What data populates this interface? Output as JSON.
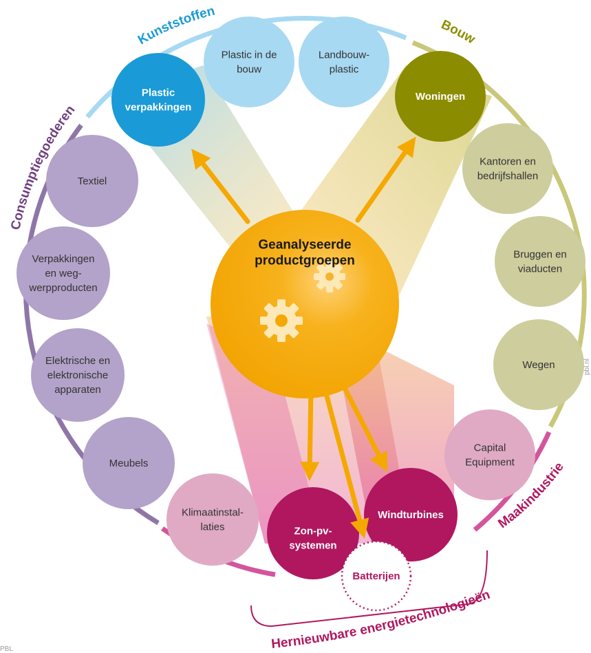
{
  "categories": {
    "kunststoffen": "Kunststoffen",
    "bouw": "Bouw",
    "consumptiegoederen": "Consumptiegoederen",
    "maakindustrie": "Maakindustrie",
    "hernieuwbare": "Hernieuwbare energietechnologieën"
  },
  "center": [
    "Geanalyseerde",
    "productgroepen"
  ],
  "nodes": {
    "plastic_bouw": [
      "Plastic in de",
      "bouw"
    ],
    "landbouwplastic": [
      "Landbouw-",
      "plastic"
    ],
    "plastic_verpakkingen": [
      "Plastic",
      "verpakkingen"
    ],
    "woningen": [
      "Woningen"
    ],
    "textiel": [
      "Textiel"
    ],
    "kantoren": [
      "Kantoren en",
      "bedrijfshallen"
    ],
    "verpakkingen": [
      "Verpakkingen",
      "en weg-",
      "werpproducten"
    ],
    "bruggen": [
      "Bruggen en",
      "viaducten"
    ],
    "elektrische": [
      "Elektrische en",
      "elektronische",
      "apparaten"
    ],
    "wegen": [
      "Wegen"
    ],
    "meubels": [
      "Meubels"
    ],
    "capital": [
      "Capital",
      "Equipment"
    ],
    "klimaat": [
      "Klimaatinstal-",
      "laties"
    ],
    "zonpv": [
      "Zon-pv-",
      "systemen"
    ],
    "windturbines": [
      "Windturbines"
    ],
    "batterijen": [
      "Batterijen"
    ]
  },
  "watermarks": {
    "right": "pbl.nl",
    "bottom_left": "PBL"
  },
  "colors": {
    "kunststoffen": "#1a9ad6",
    "kunststoffen_light": "#a8d9f3",
    "bouw": "#8c8c00",
    "bouw_light": "#d3d3a6",
    "consumptie": "#b3a2c9",
    "consumptie_ring": "#8e76a8",
    "maak": "#e0aac4",
    "maak_ring": "#d3559c",
    "energie": "#b0175f",
    "center": "#f5a800",
    "arrow": "#f5a800"
  }
}
